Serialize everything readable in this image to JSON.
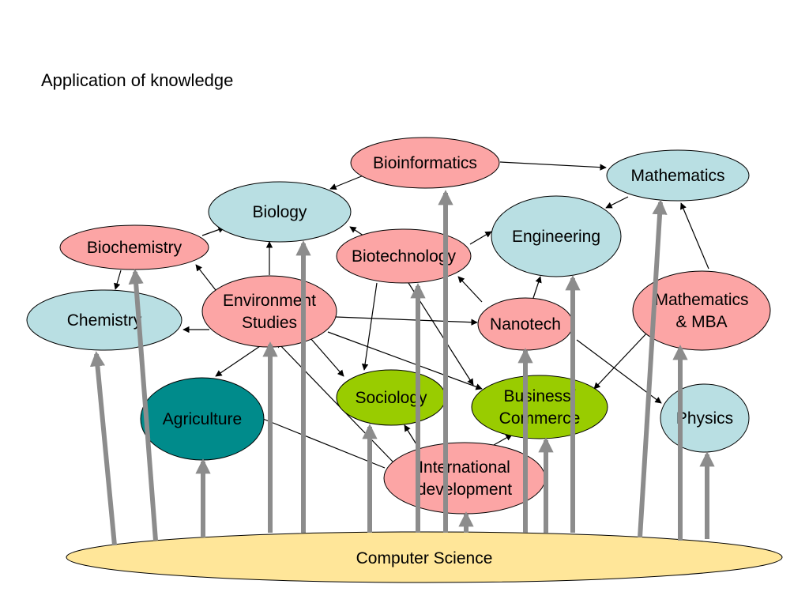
{
  "title": "Application of knowledge",
  "colors": {
    "pink": "#fca5a5",
    "light_blue": "#b9dfe3",
    "green": "#99cc00",
    "teal": "#008b8b",
    "base_yellow": "#ffe699",
    "arrow_gray": "#8c8c8c",
    "line": "#000000"
  },
  "nodes": {
    "bioinformatics": {
      "lines": [
        "Bioinformatics"
      ]
    },
    "mathematics": {
      "lines": [
        "Mathematics"
      ]
    },
    "biology": {
      "lines": [
        "Biology"
      ]
    },
    "engineering": {
      "lines": [
        "Engineering"
      ]
    },
    "biochemistry": {
      "lines": [
        "Biochemistry"
      ]
    },
    "biotechnology": {
      "lines": [
        "Biotechnology"
      ]
    },
    "chemistry": {
      "lines": [
        "Chemistry"
      ]
    },
    "environment_studies": {
      "lines": [
        "Environment",
        "Studies"
      ]
    },
    "nanotech": {
      "lines": [
        "Nanotech"
      ]
    },
    "mathematics_mba": {
      "lines": [
        "Mathematics",
        "& MBA"
      ]
    },
    "agriculture": {
      "lines": [
        "Agriculture"
      ]
    },
    "sociology": {
      "lines": [
        "Sociology"
      ]
    },
    "business_commerce": {
      "lines": [
        "Business/",
        "Commerce"
      ]
    },
    "physics": {
      "lines": [
        "Physics"
      ]
    },
    "international_development": {
      "lines": [
        "International",
        "development"
      ]
    },
    "computer_science": {
      "lines": [
        "Computer Science"
      ]
    }
  }
}
